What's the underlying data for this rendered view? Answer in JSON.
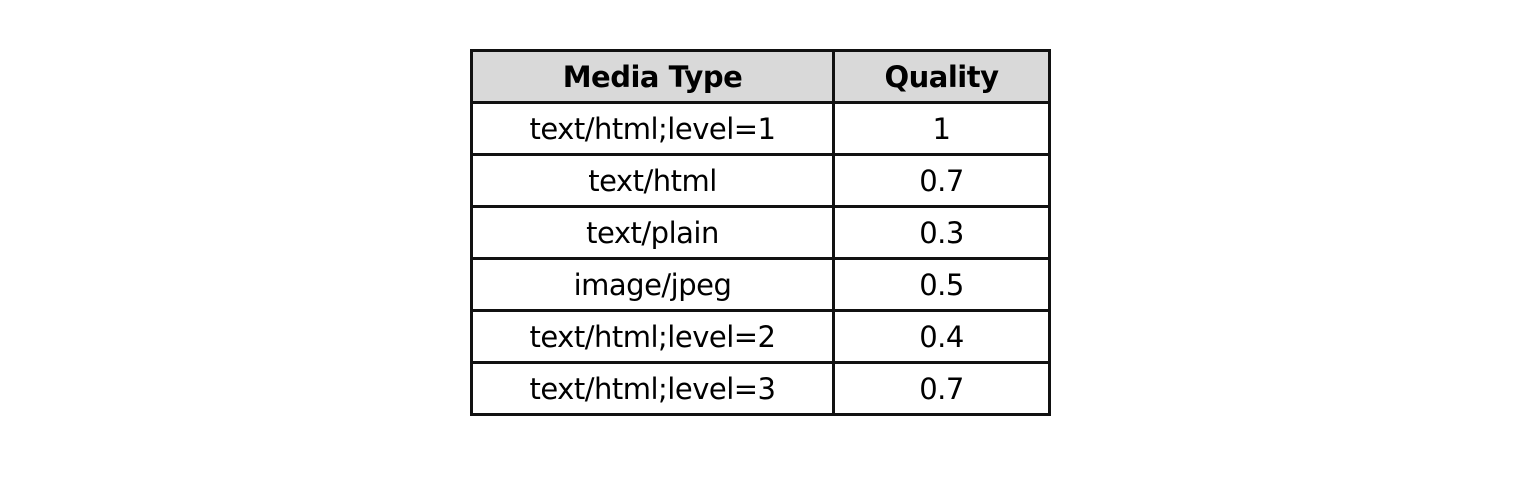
{
  "table": {
    "columns": [
      "Media Type",
      "Quality"
    ],
    "rows": [
      [
        "text/html;level=1",
        "1"
      ],
      [
        "text/html",
        "0.7"
      ],
      [
        "text/plain",
        "0.3"
      ],
      [
        "image/jpeg",
        "0.5"
      ],
      [
        "text/html;level=2",
        "0.4"
      ],
      [
        "text/html;level=3",
        "0.7"
      ]
    ]
  },
  "colors": {
    "header_background": "#d9d9d9",
    "border": "#111111",
    "cell_background": "#ffffff"
  }
}
